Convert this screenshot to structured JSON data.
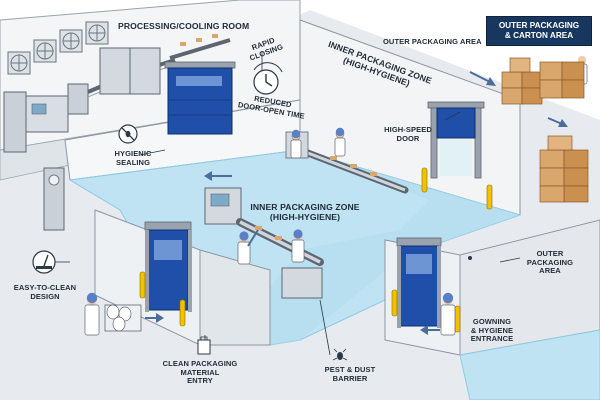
{
  "labels": {
    "processing_room": "PROCESSING/COOLING ROOM",
    "rapid_closing_1": "RAPID",
    "rapid_closing_2": "CLOSING",
    "reduced_door_1": "REDUCED",
    "reduced_door_2": "DOOR-OPEN TIME",
    "inner_zone_top_1": "INNER PACKAGING ZONE",
    "inner_zone_top_2": "(HIGH-HYGIENE)",
    "inner_zone_center_1": "INNER PACKAGING ZONE",
    "inner_zone_center_2": "(HIGH-HYGIENE)",
    "high_speed_door_1": "HIGH-SPEED",
    "high_speed_door_2": "DOOR",
    "hygienic_sealing_1": "HYGIENIC",
    "hygienic_sealing_2": "SEALING",
    "outer_area_top": "OUTER PACKAGING AREA",
    "outer_carton_1": "OUTER PACKAGING",
    "outer_carton_2": "& CARTON AREA",
    "outer_area_right_1": "OUTER",
    "outer_area_right_2": "PACKAGING",
    "outer_area_right_3": "AREA",
    "easy_clean_1": "EASY-TO-CLEAN",
    "easy_clean_2": "DESIGN",
    "clean_material_1": "CLEAN PACKAGING",
    "clean_material_2": "MATERIAL",
    "clean_material_3": "ENTRY",
    "pest_barrier_1": "PEST & DUST",
    "pest_barrier_2": "BARRIER",
    "gowning_1": "GOWNING",
    "gowning_2": "& HYGIENE",
    "gowning_3": "ENTRANCE"
  },
  "colors": {
    "floor_blue": "#bfe3f2",
    "floor_blue_dark": "#8ccbe6",
    "door_blue": "#1f4fa8",
    "door_frame": "#9aa3ad",
    "bollard": "#f2c200",
    "title_navy": "#17375f",
    "box_tan": "#d9a66b",
    "wall": "#eef1f4",
    "wall_edge": "#8d96a0"
  },
  "icons": [
    "clock-icon",
    "no-pest-icon",
    "squeegee-icon",
    "pest-icon",
    "bag-icon"
  ]
}
